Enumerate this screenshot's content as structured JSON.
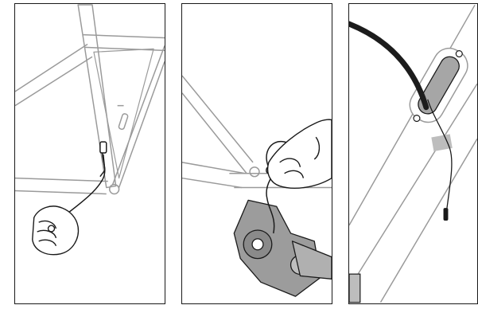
{
  "figure": {
    "panels": [
      {
        "step": "",
        "caption": "",
        "illustration": "frame-drop-wire-through-chainstay"
      },
      {
        "step": "",
        "caption": "",
        "illustration": "derailleur-wire-routing"
      },
      {
        "step": "",
        "caption": "",
        "illustration": "wire-exiting-downtube-port"
      }
    ]
  },
  "colors": {
    "line": "#1a1a1a",
    "frame_stroke": "#9a9a9a",
    "port_fill": "#a6a6a6",
    "cable": "#1c1c1c",
    "tape": "#bdbdbd",
    "background": "#ffffff"
  }
}
